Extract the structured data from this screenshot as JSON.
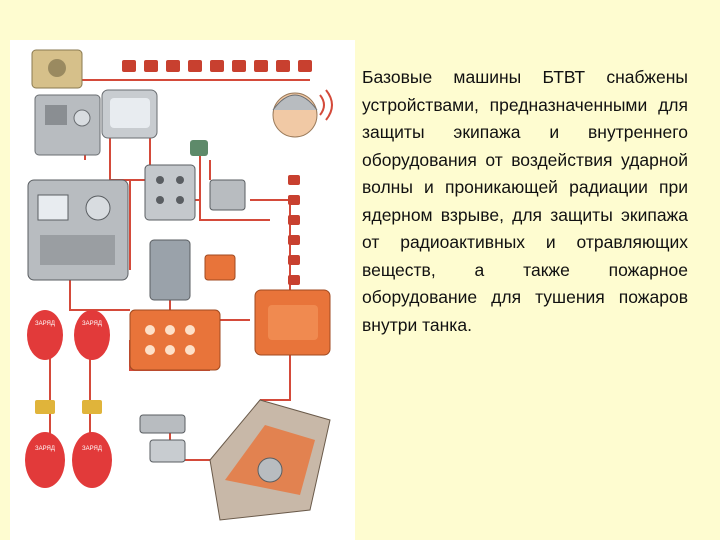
{
  "slide": {
    "body_text": "Базовые машины БТВТ снабжены устройствами, предназначенными для защиты экипажа и внутреннего оборудования от воздействия ударной волны и проникающей радиации при ядерном взрыве, для защиты экипажа от радиоактивных и отравляющих веществ, а также пожарное оборудование для тушения пожаров внутри танка.",
    "figure": {
      "description_icon": "equipment-diagram",
      "colors": {
        "wire": "#d44a3a",
        "device_gray": "#b8bcc0",
        "device_orange": "#e8743a",
        "extinguisher_red": "#e23a3a",
        "background": "#fefcd0"
      },
      "labels": {
        "cylinder_1": "ЗАРЯД",
        "cylinder_2": "ЗАРЯД",
        "cylinder_3": "ЗАРЯД",
        "cylinder_4": "ЗАРЯД"
      }
    }
  }
}
